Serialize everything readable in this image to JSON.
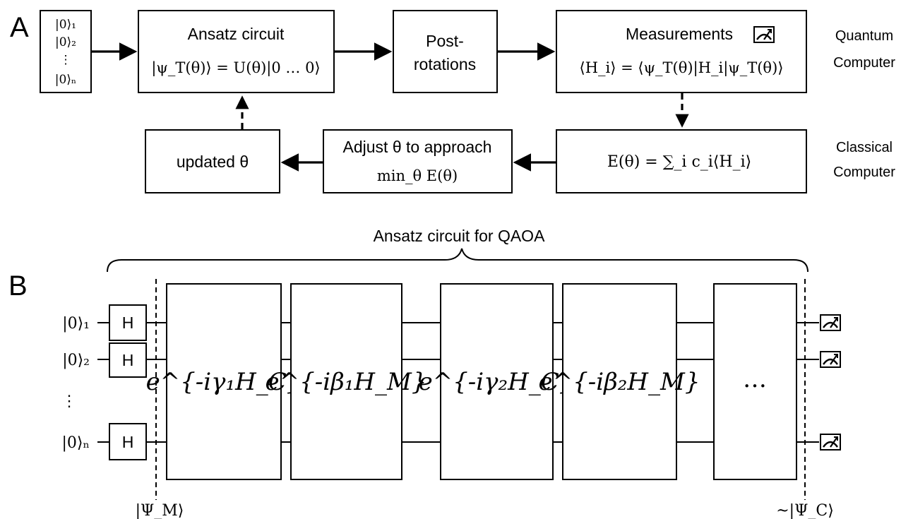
{
  "panel_a": {
    "letter": "A",
    "input_states": [
      "|0⟩₁",
      "|0⟩₂",
      "⋮",
      "|0⟩ₙ"
    ],
    "ansatz_title": "Ansatz circuit",
    "ansatz_formula": "|ψ_T(θ)⟩ = U(θ)|0 … 0⟩",
    "post_rotations_line1": "Post-",
    "post_rotations_line2": "rotations",
    "measurements_title": "Measurements",
    "measurements_formula": "⟨H_i⟩ = ⟨ψ_T(θ)|H_i|ψ_T(θ)⟩",
    "energy_formula": "E(θ) = ∑_i c_i⟨H_i⟩",
    "adjust_line1": "Adjust θ to approach",
    "adjust_line2": "min_θ E(θ)",
    "updated_label": "updated θ",
    "quantum_label_line1": "Quantum",
    "quantum_label_line2": "Computer",
    "classical_label_line1": "Classical",
    "classical_label_line2": "Computer"
  },
  "panel_b": {
    "letter": "B",
    "brace_title": "Ansatz circuit for QAOA",
    "qubit_labels": [
      "|0⟩₁",
      "|0⟩₂",
      "⋮",
      "|0⟩ₙ"
    ],
    "hadamard_label": "H",
    "gates": [
      "e^{-iγ₁H_C}",
      "e^{-iβ₁H_M}",
      "e^{-iγ₂H_C}",
      "e^{-iβ₂H_M}",
      "…"
    ],
    "psi_m_label": "|Ψ_M⟩",
    "psi_c_label": "~|Ψ_C⟩"
  },
  "colors": {
    "ink": "#000000",
    "background": "#ffffff"
  }
}
